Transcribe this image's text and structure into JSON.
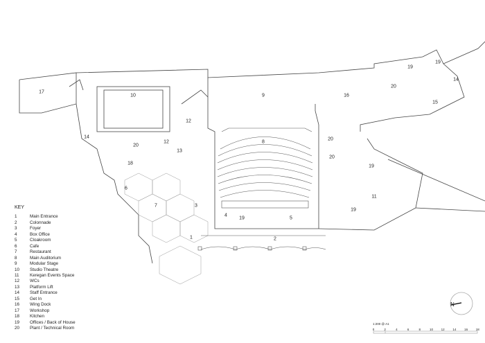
{
  "plan": {
    "labels": [
      "17",
      "10",
      "9",
      "16",
      "19",
      "19",
      "20",
      "14",
      "15",
      "12",
      "12",
      "13",
      "20",
      "14",
      "18",
      "8",
      "20",
      "20",
      "19",
      "6",
      "7",
      "3",
      "11",
      "19",
      "4",
      "19",
      "5",
      "1",
      "2"
    ]
  },
  "key": {
    "title": "KEY",
    "items": [
      {
        "num": "1",
        "label": "Main Entrance"
      },
      {
        "num": "2",
        "label": "Colonnade"
      },
      {
        "num": "3",
        "label": "Foyer"
      },
      {
        "num": "4",
        "label": "Box Office"
      },
      {
        "num": "5",
        "label": "Cloakroom"
      },
      {
        "num": "6",
        "label": "Cafe"
      },
      {
        "num": "7",
        "label": "Restaurant"
      },
      {
        "num": "8",
        "label": "Main Auditorium"
      },
      {
        "num": "9",
        "label": "Modular Stage"
      },
      {
        "num": "10",
        "label": "Studio Theatre"
      },
      {
        "num": "11",
        "label": "Keregan Events Space"
      },
      {
        "num": "12",
        "label": "WCs"
      },
      {
        "num": "13",
        "label": "Platform Lift"
      },
      {
        "num": "14",
        "label": "Staff Entrance"
      },
      {
        "num": "15",
        "label": "Get In"
      },
      {
        "num": "16",
        "label": "Wing Dock"
      },
      {
        "num": "17",
        "label": "Workshop"
      },
      {
        "num": "18",
        "label": "Kitchen"
      },
      {
        "num": "19",
        "label": "Offices / Back of House"
      },
      {
        "num": "20",
        "label": "Plant / Technical Room"
      }
    ]
  },
  "north_label": "N",
  "scale": {
    "title": "1:200 @ A1",
    "ticks": [
      "0",
      "2",
      "4",
      "6",
      "8",
      "10",
      "12",
      "14",
      "16",
      "18"
    ]
  }
}
